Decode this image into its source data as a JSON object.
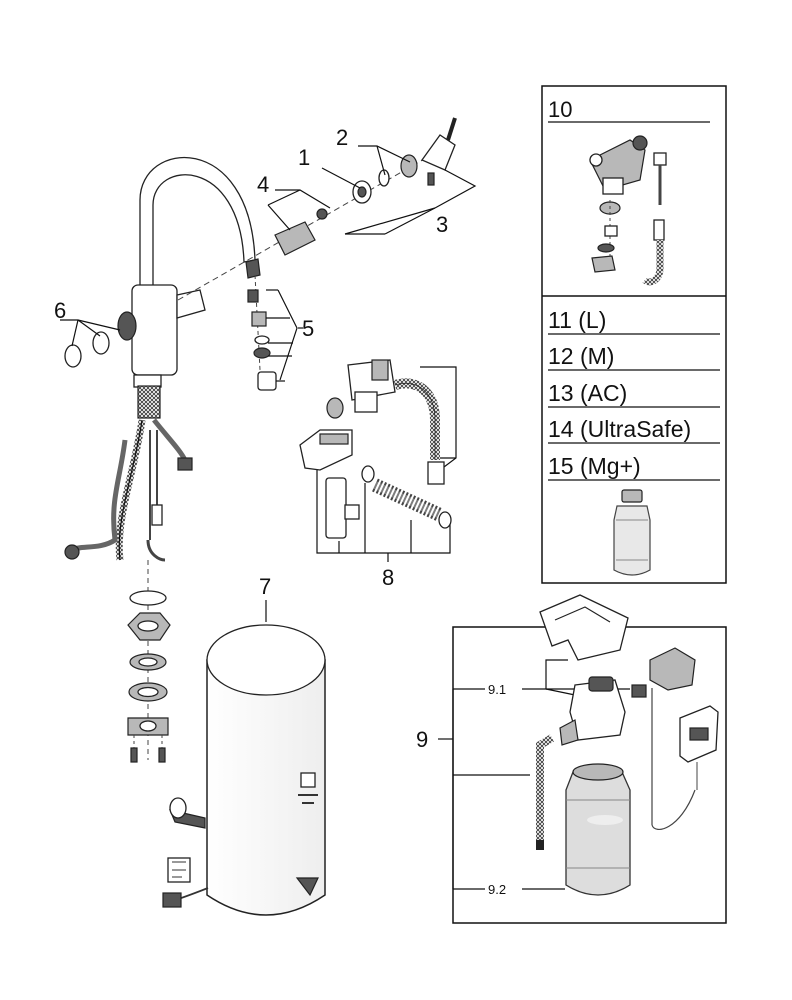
{
  "callouts": {
    "c1": "1",
    "c2": "2",
    "c3": "3",
    "c4": "4",
    "c5": "5",
    "c6": "6",
    "c7": "7",
    "c8": "8",
    "c9": "9",
    "c9_1": "9.1",
    "c9_2": "9.2",
    "c10": "10"
  },
  "options": [
    {
      "label": "11 (L)"
    },
    {
      "label": "12 (M)"
    },
    {
      "label": "13 (AC)"
    },
    {
      "label": "14 (UltraSafe)"
    },
    {
      "label": "15 (Mg+)"
    }
  ]
}
